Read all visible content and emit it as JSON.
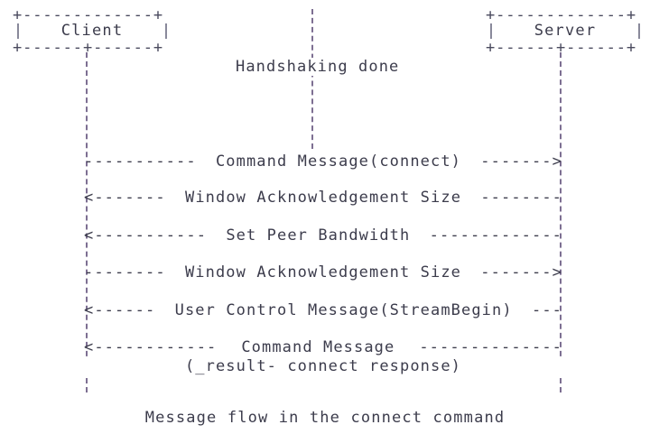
{
  "diagram": {
    "caption": "Message flow in the connect command",
    "note": "Handshaking done",
    "colors": {
      "text": "#3c3c4c",
      "lifeline": "#7d6f92",
      "border": "#4a4a5e",
      "background": "#ffffff"
    },
    "participants": [
      {
        "id": "client",
        "label": "Client",
        "border_top": "+-------------+",
        "border_bottom": "+------+------+",
        "pipe_left": "|",
        "pipe_right": "|"
      },
      {
        "id": "server",
        "label": "Server",
        "border_top": "+-------------+",
        "border_bottom": "+------+------+",
        "pipe_left": "|",
        "pipe_right": "|"
      }
    ],
    "messages": [
      {
        "index": 1,
        "label": "Command Message(connect)",
        "direction": "right",
        "from": "Client",
        "to": "Server",
        "arrow": ">",
        "dashes_left": "-----------",
        "dashes_right": "-------",
        "subtext": ""
      },
      {
        "index": 2,
        "label": "Window Acknowledgement Size",
        "direction": "left",
        "from": "Server",
        "to": "Client",
        "arrow": "<",
        "dashes_left": "-------",
        "dashes_right": "--------",
        "subtext": ""
      },
      {
        "index": 3,
        "label": "Set Peer Bandwidth",
        "direction": "left",
        "from": "Server",
        "to": "Client",
        "arrow": "<",
        "dashes_left": "-----------",
        "dashes_right": "-------------",
        "subtext": ""
      },
      {
        "index": 4,
        "label": "Window Acknowledgement Size",
        "direction": "right",
        "from": "Client",
        "to": "Server",
        "arrow": ">",
        "dashes_left": "--------",
        "dashes_right": "-------",
        "subtext": ""
      },
      {
        "index": 5,
        "label": "User Control Message(StreamBegin)",
        "direction": "left",
        "from": "Server",
        "to": "Client",
        "arrow": "<",
        "dashes_left": "------",
        "dashes_right": "---",
        "subtext": ""
      },
      {
        "index": 6,
        "label": "Command Message",
        "direction": "left",
        "from": "Server",
        "to": "Client",
        "arrow": "<",
        "dashes_left": "------------",
        "dashes_right": "--------------",
        "subtext": "(_result- connect response)"
      }
    ]
  }
}
